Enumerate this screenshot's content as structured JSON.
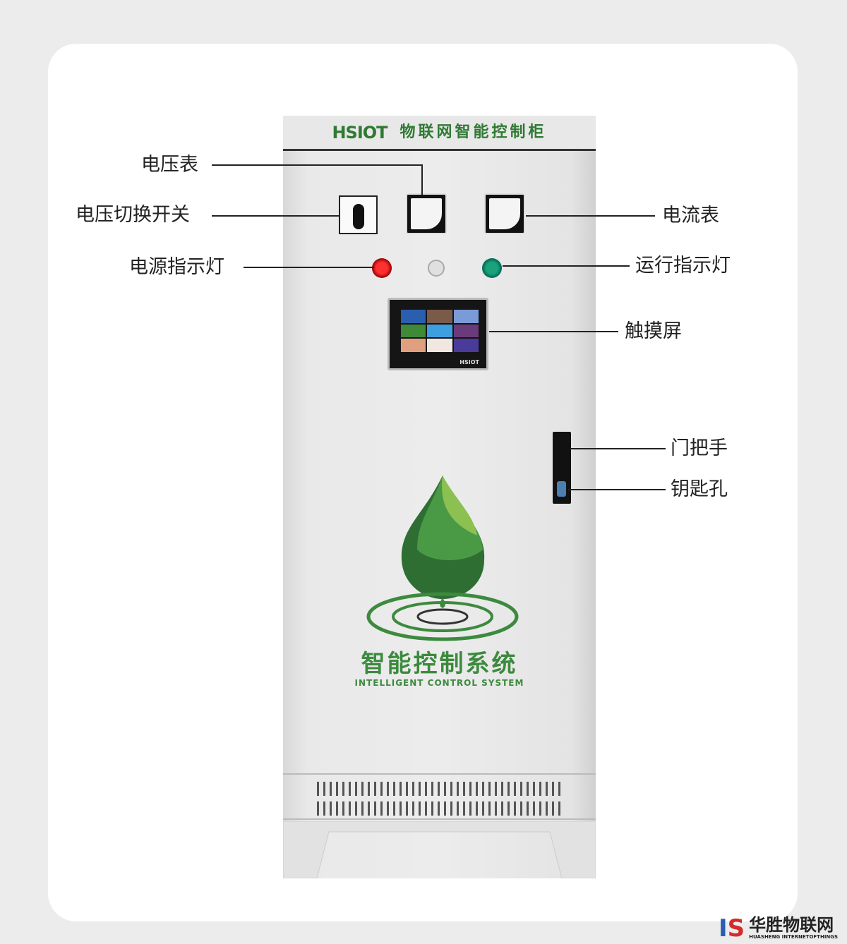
{
  "cabinet": {
    "brand": "HSIOT",
    "title": "物联网智能控制柜",
    "screen_brand": "HSIOT"
  },
  "labels": {
    "voltmeter": "电压表",
    "voltage_switch": "电压切换开关",
    "ammeter": "电流表",
    "power_lamp": "电源指示灯",
    "run_lamp": "运行指示灯",
    "touchscreen": "触摸屏",
    "door_handle": "门把手",
    "keyhole": "钥匙孔"
  },
  "emblem": {
    "title": "智能控制系统",
    "subtitle": "INTELLIGENT CONTROL SYSTEM"
  },
  "watermark": {
    "name": "华胜物联网",
    "sub": "HUASHENG INTERNETOFTHINGS"
  },
  "colors": {
    "green": "#2f7a33",
    "red": "#e02020",
    "teal": "#1aa37a"
  }
}
